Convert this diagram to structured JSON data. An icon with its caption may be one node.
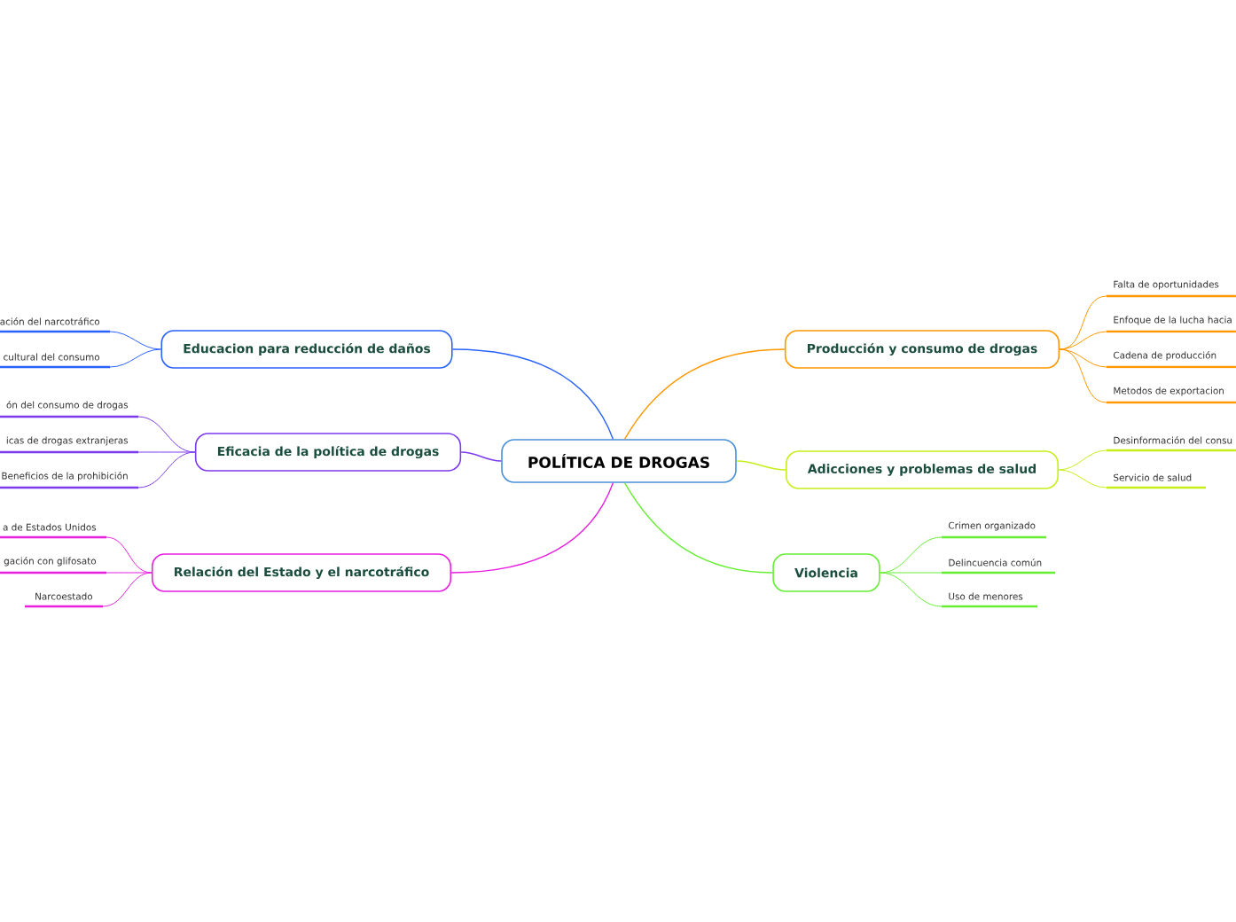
{
  "diagram": {
    "nodes": [
      {
        "text": [
          "POLÍTICA DE DROGAS"
        ]
      },
      {
        "text": [
          "Educacion para reducción de daños"
        ]
      },
      {
        "text": [
          "ación del narcotráfico"
        ]
      },
      {
        "text": [
          "cultural del consumo"
        ]
      },
      {
        "text": [
          "Eficacia de la política de drogas"
        ]
      },
      {
        "text": [
          "ón del consumo de drogas"
        ]
      },
      {
        "text": [
          "icas de drogas extranjeras"
        ]
      },
      {
        "text": [
          "Beneficios de la prohibición"
        ]
      },
      {
        "text": [
          "Relación del Estado y el narcotráfico"
        ]
      },
      {
        "text": [
          "a de Estados Unidos"
        ]
      },
      {
        "text": [
          "gación con glifosato"
        ]
      },
      {
        "text": [
          "Narcoestado"
        ]
      },
      {
        "text": [
          "Producción y consumo de drogas"
        ]
      },
      {
        "text": [
          "Falta de oportunidades"
        ]
      },
      {
        "text": [
          "Enfoque de la lucha hacia"
        ]
      },
      {
        "text": [
          "Cadena de producción"
        ]
      },
      {
        "text": [
          "Metodos de exportacion"
        ]
      },
      {
        "text": [
          "Adicciones y problemas de salud"
        ]
      },
      {
        "text": [
          "Desinformación del consu"
        ]
      },
      {
        "text": [
          "Servicio de salud"
        ]
      },
      {
        "text": [
          "Violencia"
        ]
      },
      {
        "text": [
          "Crimen organizado"
        ]
      },
      {
        "text": [
          "Delincuencia común"
        ]
      },
      {
        "text": [
          "Uso de menores"
        ]
      }
    ],
    "edges": [
      {
        "from": 0,
        "to": 1,
        "arrow": "none",
        "color": "#2962ff"
      },
      {
        "from": 1,
        "to": 2,
        "arrow": "none",
        "color": "#2962ff"
      },
      {
        "from": 1,
        "to": 3,
        "arrow": "none",
        "color": "#2962ff"
      },
      {
        "from": 0,
        "to": 4,
        "arrow": "none",
        "color": "#7c3aed"
      },
      {
        "from": 4,
        "to": 5,
        "arrow": "none",
        "color": "#7c3aed"
      },
      {
        "from": 4,
        "to": 6,
        "arrow": "none",
        "color": "#7c3aed"
      },
      {
        "from": 4,
        "to": 7,
        "arrow": "none",
        "color": "#7c3aed"
      },
      {
        "from": 0,
        "to": 8,
        "arrow": "none",
        "color": "#e91ee0"
      },
      {
        "from": 8,
        "to": 9,
        "arrow": "none",
        "color": "#e91ee0"
      },
      {
        "from": 8,
        "to": 10,
        "arrow": "none",
        "color": "#e91ee0"
      },
      {
        "from": 8,
        "to": 11,
        "arrow": "none",
        "color": "#e91ee0"
      },
      {
        "from": 0,
        "to": 12,
        "arrow": "none",
        "color": "#ff9800"
      },
      {
        "from": 12,
        "to": 13,
        "arrow": "none",
        "color": "#ff9800"
      },
      {
        "from": 12,
        "to": 14,
        "arrow": "none",
        "color": "#ff9800"
      },
      {
        "from": 12,
        "to": 15,
        "arrow": "none",
        "color": "#ff9800"
      },
      {
        "from": 12,
        "to": 16,
        "arrow": "none",
        "color": "#ff9800"
      },
      {
        "from": 0,
        "to": 17,
        "arrow": "none",
        "color": "#c6ef1a"
      },
      {
        "from": 17,
        "to": 18,
        "arrow": "none",
        "color": "#c6ef1a"
      },
      {
        "from": 17,
        "to": 19,
        "arrow": "none",
        "color": "#c6ef1a"
      },
      {
        "from": 0,
        "to": 20,
        "arrow": "none",
        "color": "#66ee33"
      },
      {
        "from": 20,
        "to": 21,
        "arrow": "none",
        "color": "#66ee33"
      },
      {
        "from": 20,
        "to": 22,
        "arrow": "none",
        "color": "#66ee33"
      },
      {
        "from": 20,
        "to": 23,
        "arrow": "none",
        "color": "#66ee33"
      }
    ]
  }
}
